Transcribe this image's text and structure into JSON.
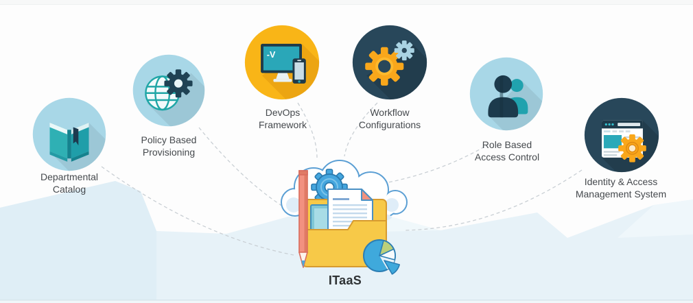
{
  "page": {
    "title": "ITaaS infographic"
  },
  "nodes": [
    {
      "label": "Departmental\nCatalog",
      "icon": "open-book-icon"
    },
    {
      "label": "Policy Based\nProvisioning",
      "icon": "globe-gear-icon"
    },
    {
      "label": "DevOps\nFramework",
      "icon": "monitor-smartphone-icon",
      "screen_text": "-V"
    },
    {
      "label": "Workflow\nConfigurations",
      "icon": "double-gear-icon"
    },
    {
      "label": "Role Based\nAccess Control",
      "icon": "users-icon"
    },
    {
      "label": "Identity & Access\nManagement System",
      "icon": "browser-gear-icon"
    }
  ],
  "center": {
    "label": "ITaaS"
  },
  "colors": {
    "light_circle": "#A8D7E7",
    "yellow_circle": "#F9B517",
    "navy_circle": "#28475A",
    "teal": "#21A2AE",
    "navy_glyph": "#1F4254",
    "orange": "#F9A71B",
    "blue": "#45A6DE",
    "cloud_stroke": "#5B9FD4",
    "folder_yellow": "#F7C948",
    "pencil_salmon": "#F29180",
    "pie_green": "#BCD07A",
    "mountain_blue": "#E7F2F8",
    "label_text": "#45494D"
  }
}
